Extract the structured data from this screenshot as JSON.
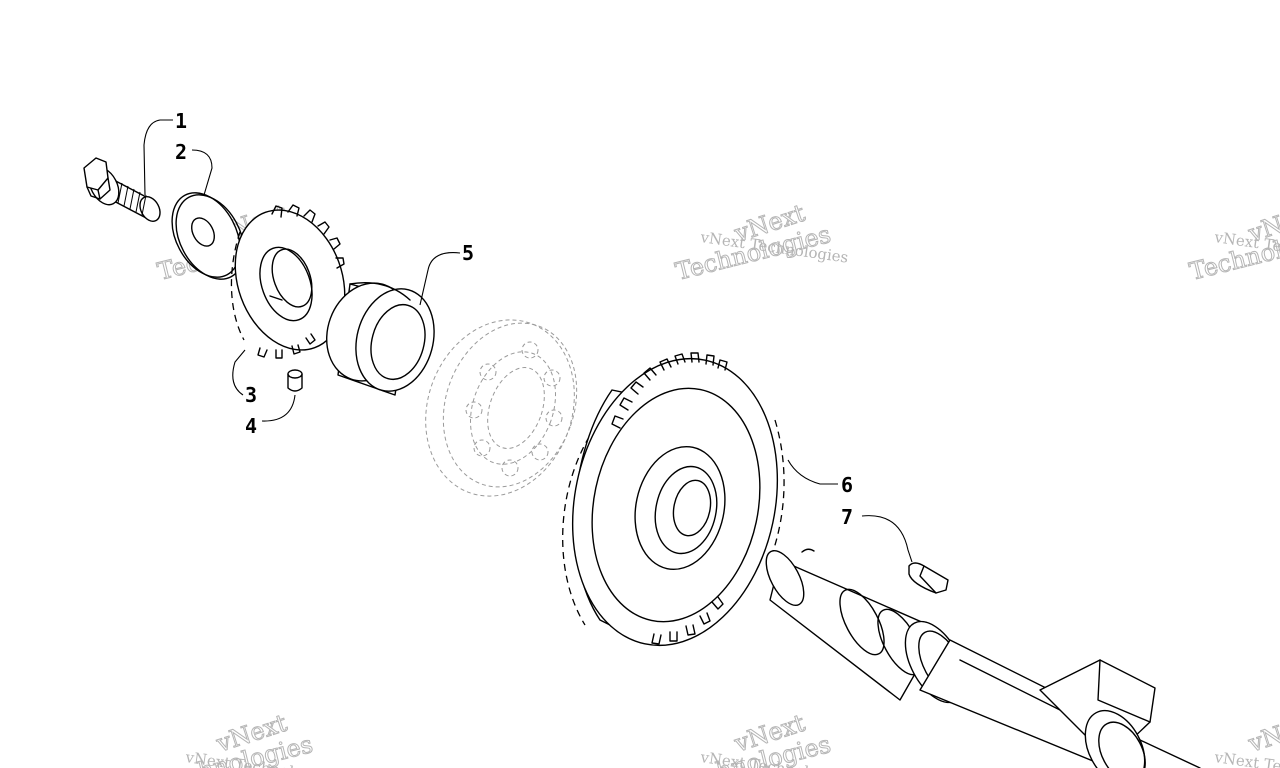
{
  "diagram": {
    "callouts": [
      {
        "id": "c1",
        "label": "1"
      },
      {
        "id": "c2",
        "label": "2"
      },
      {
        "id": "c3",
        "label": "3"
      },
      {
        "id": "c4",
        "label": "4"
      },
      {
        "id": "c5",
        "label": "5"
      },
      {
        "id": "c6",
        "label": "6"
      },
      {
        "id": "c7",
        "label": "7"
      }
    ],
    "parts": [
      {
        "callout": "1",
        "name": "bolt-with-flange-head"
      },
      {
        "callout": "2",
        "name": "washer"
      },
      {
        "callout": "3",
        "name": "drive-gear"
      },
      {
        "callout": "4",
        "name": "dowel-pin"
      },
      {
        "callout": "5",
        "name": "bushing-sleeve"
      },
      {
        "callout": "6",
        "name": "driven-gear"
      },
      {
        "callout": "7",
        "name": "woodruff-key"
      }
    ],
    "reference_parts": [
      "ball-bearing-phantom",
      "crankshaft"
    ]
  },
  "watermark": {
    "line1": "vNext",
    "line2": "vNext Technologies",
    "line3": "Technologies",
    "color": "#b5b5b5"
  },
  "colors": {
    "ink": "#000000",
    "background": "#ffffff",
    "phantom": "#9a9a9a"
  }
}
